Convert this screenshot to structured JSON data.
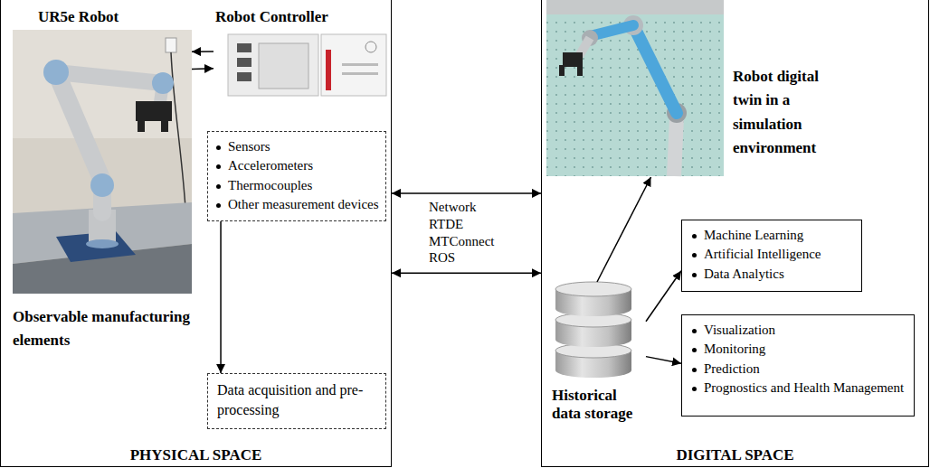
{
  "diagram": {
    "nodes": [
      {
        "text": [
          "PHYSICAL SPACE"
        ]
      },
      {
        "text": [
          "UR5e Robot"
        ],
        "in": 0
      },
      {
        "text": [
          "Robot Controller"
        ],
        "in": 0
      },
      {
        "text": [
          "Sensors",
          "Accelerometers",
          "Thermocouples",
          "Other measurement devices"
        ],
        "in": 0
      },
      {
        "text": [
          "Data acquisition and pre-processing"
        ],
        "in": 0
      },
      {
        "text": [
          "DIGITAL SPACE"
        ]
      },
      {
        "text": [
          "Robot digital twin in a simulation environment"
        ],
        "in": 5
      },
      {
        "text": [
          "Historical data storage"
        ],
        "in": 5
      },
      {
        "text": [
          "Machine Learning",
          "Artificial Intelligence",
          "Data Analytics"
        ],
        "in": 5
      },
      {
        "text": [
          "Visualization",
          "Monitoring",
          "Prediction",
          "Prognostics and Health Management"
        ],
        "in": 5
      }
    ],
    "edges": [
      {
        "from": 2,
        "to": 1,
        "arrow": "to"
      },
      {
        "from": 1,
        "to": 2,
        "arrow": "to"
      },
      {
        "from": 3,
        "to": 4,
        "arrow": "to"
      },
      {
        "from": 0,
        "to": 5,
        "arrow": "both"
      },
      {
        "from": 0,
        "to": 5,
        "arrow": "both"
      },
      {
        "from": 7,
        "to": 6,
        "arrow": "to"
      },
      {
        "from": 7,
        "to": 8,
        "arrow": "to"
      },
      {
        "from": 7,
        "to": 9,
        "arrow": "to"
      }
    ],
    "labels": [
      "Observable manufacturing elements",
      "Network RTDE MTConnect ROS"
    ]
  }
}
